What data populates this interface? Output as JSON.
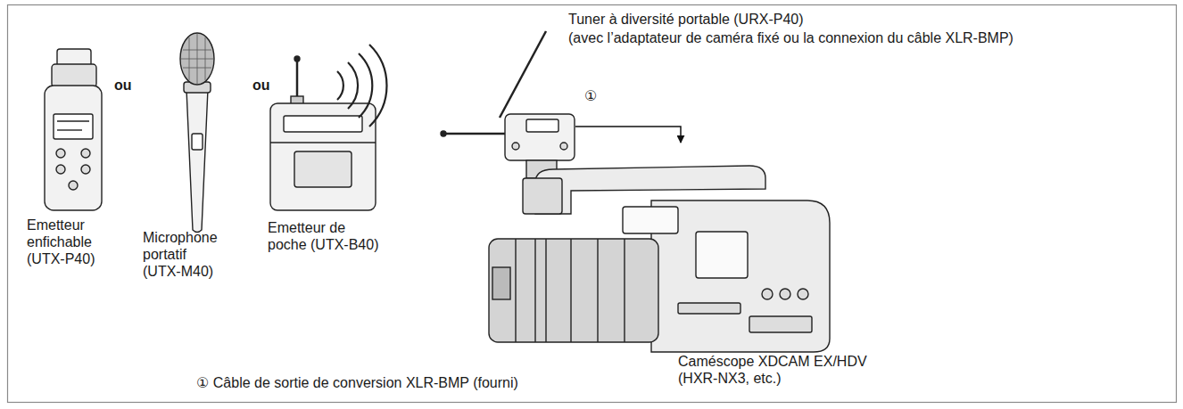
{
  "diagram": {
    "nodes": [
      {
        "text": [
          "Emetteur enfichable (UTX-P40)"
        ]
      },
      {
        "text": [
          "Microphone portatif (UTX-M40)"
        ]
      },
      {
        "text": [
          "Emetteur de poche (UTX-B40)"
        ]
      },
      {
        "text": [
          "Tuner à diversité portable (URX-P40)",
          "(avec l’adaptateur de caméra fixé ou la connexion du câble XLR-BMP)"
        ]
      },
      {
        "text": [
          "Caméscope XDCAM EX/HDV (HXR-NX3, etc.)"
        ]
      }
    ],
    "edges": [
      {
        "from": 3,
        "to": 4,
        "label": "①",
        "arrow": "to"
      }
    ],
    "labels": [
      "ou",
      "ou",
      "① Câble de sortie de conversion XLR-BMP (fourni)"
    ]
  }
}
